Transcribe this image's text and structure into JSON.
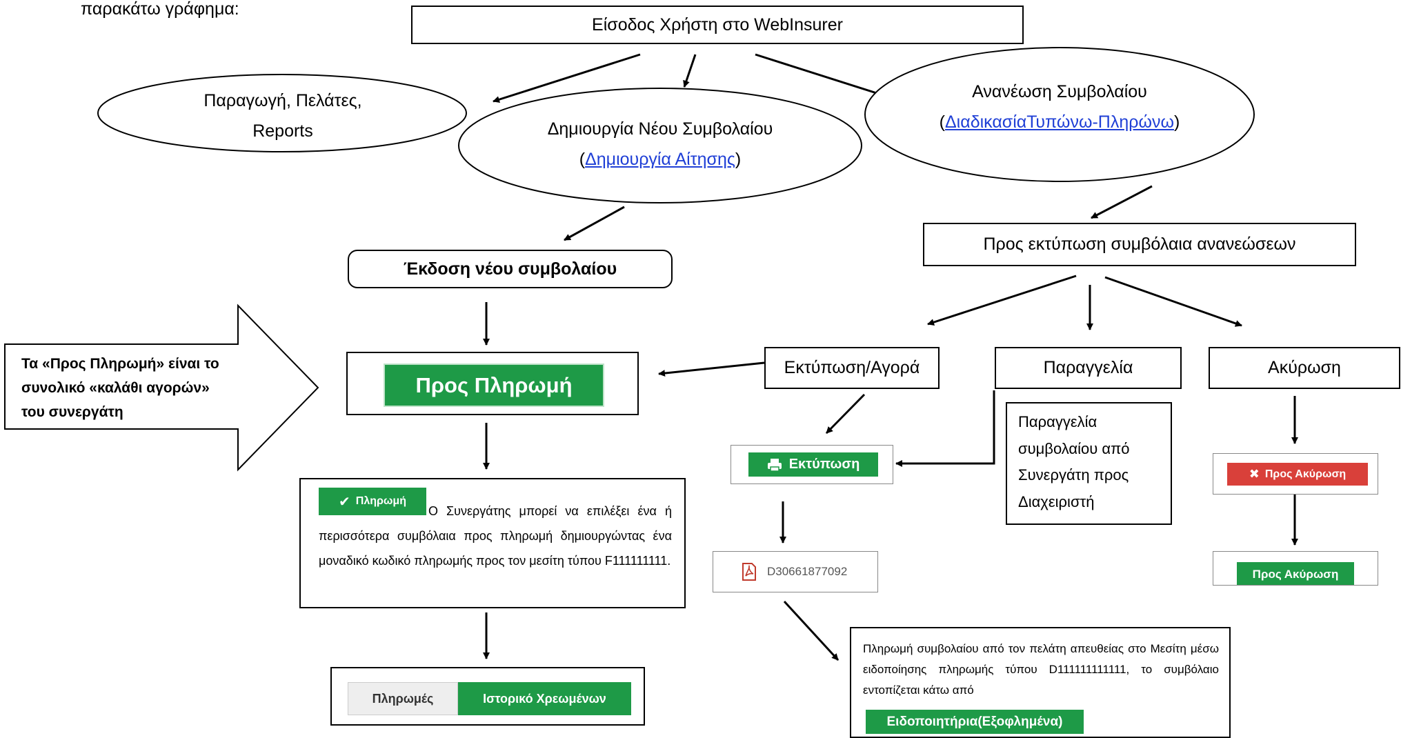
{
  "top_text": "παρακάτω γράφημα:",
  "nodes": {
    "login": "Είσοδος Χρήστη στο WebInsurer",
    "production": {
      "line1": "Παραγωγή, Πελάτες,",
      "line2": "Reports"
    },
    "new_policy": {
      "line1": "Δημιουργία Νέου Συμβολαίου",
      "link": "Δημιουργία  Αίτησης"
    },
    "renewal": {
      "line1": "Ανανέωση Συμβολαίου",
      "link": "ΔιαδικασίαΤυπώνω-Πληρώνω"
    },
    "issue_new": "Έκδοση νέου συμβολαίου",
    "to_print_renewals": "Προς εκτύπωση συμβόλαια ανανεώσεων",
    "print_buy": "Εκτύπωση/Αγορά",
    "order": "Παραγγελία",
    "cancel": "Ακύρωση",
    "order_note": [
      "Παραγγελία",
      "συμβολαίου από",
      "Συνεργάτη προς",
      "Διαχειριστή"
    ],
    "callout": [
      "Τα «Προς Πληρωμή» είναι το",
      "συνολικό «καλάθι αγορών»",
      "του συνεργάτη"
    ],
    "payment_text": "Ο Συνεργάτης μπορεί να επιλέξει ένα ή περισσότερα συμβόλαια προς πληρωμή δημιουργώντας ένα μοναδικό κωδικό πληρωμής προς τον μεσίτη τύπου F111111111.",
    "client_payment_text": "Πληρωμή συμβολαίου από τον πελάτη απευθείας στο Μεσίτη μέσω ειδοποίησης πληρωμής τύπου D111111111111, το συμβόλαιο εντοπίζεται κάτω από"
  },
  "buttons": {
    "to_payment": "Προς Πληρωμή",
    "payment": "Πληρωμή",
    "print": "Εκτύπωση",
    "to_cancel_red": "Προς Ακύρωση",
    "to_cancel_green": "Προς Ακύρωση",
    "notices_paid": "Ειδοποιητήρια(Εξοφλημένα)"
  },
  "tabs": {
    "payments": "Πληρωμές",
    "charged_history": "Ιστορικό Χρεωμένων"
  },
  "pdf_file": "D30661877092",
  "colors": {
    "green": "#1e9a47",
    "red": "#d9403a",
    "link": "#1f3fd6"
  },
  "icons": [
    "check-icon",
    "printer-icon",
    "x-icon",
    "pdf-icon"
  ]
}
